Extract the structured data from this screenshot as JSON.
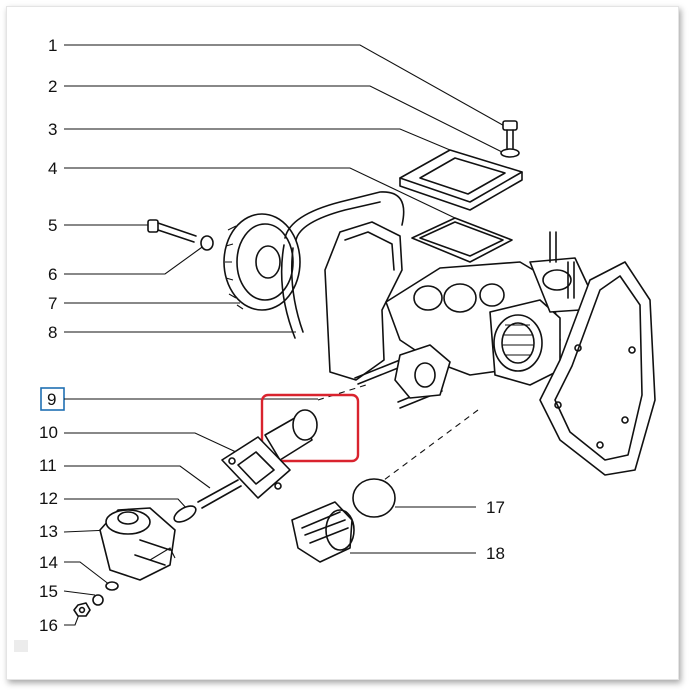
{
  "callouts": [
    {
      "id": "1",
      "label": "1"
    },
    {
      "id": "2",
      "label": "2"
    },
    {
      "id": "3",
      "label": "3"
    },
    {
      "id": "4",
      "label": "4"
    },
    {
      "id": "5",
      "label": "5"
    },
    {
      "id": "6",
      "label": "6"
    },
    {
      "id": "7",
      "label": "7"
    },
    {
      "id": "8",
      "label": "8"
    },
    {
      "id": "9",
      "label": "9"
    },
    {
      "id": "10",
      "label": "10"
    },
    {
      "id": "11",
      "label": "11"
    },
    {
      "id": "12",
      "label": "12"
    },
    {
      "id": "13",
      "label": "13"
    },
    {
      "id": "14",
      "label": "14"
    },
    {
      "id": "15",
      "label": "15"
    },
    {
      "id": "16",
      "label": "16"
    },
    {
      "id": "17",
      "label": "17"
    },
    {
      "id": "18",
      "label": "18"
    }
  ],
  "selected_callout": "9",
  "colors": {
    "selection_box": "#1f6fb2",
    "highlight_box": "#d9232e",
    "line": "#111111"
  }
}
